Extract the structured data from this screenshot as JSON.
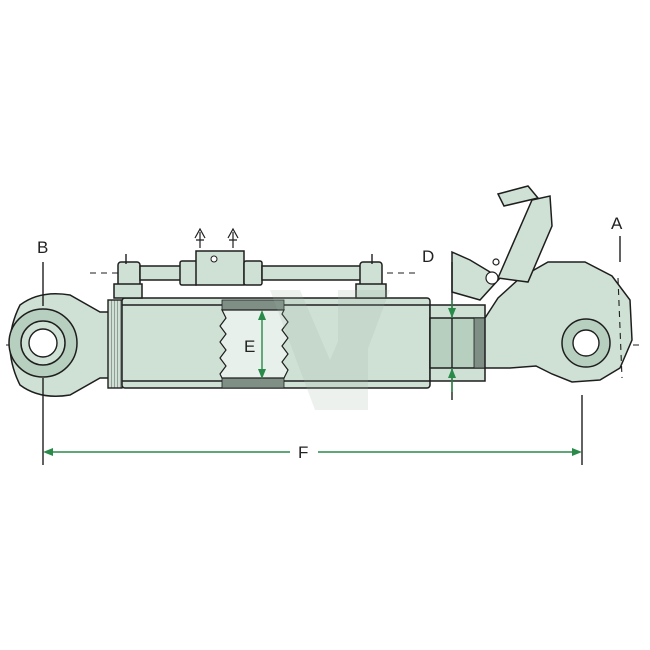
{
  "labels": {
    "a": "A",
    "b": "B",
    "d": "D",
    "e": "E",
    "f": "F"
  },
  "colors": {
    "body_fill": "#cfe1d5",
    "dimension_line": "#2a8a4a",
    "outline": "#1e1e1e"
  }
}
